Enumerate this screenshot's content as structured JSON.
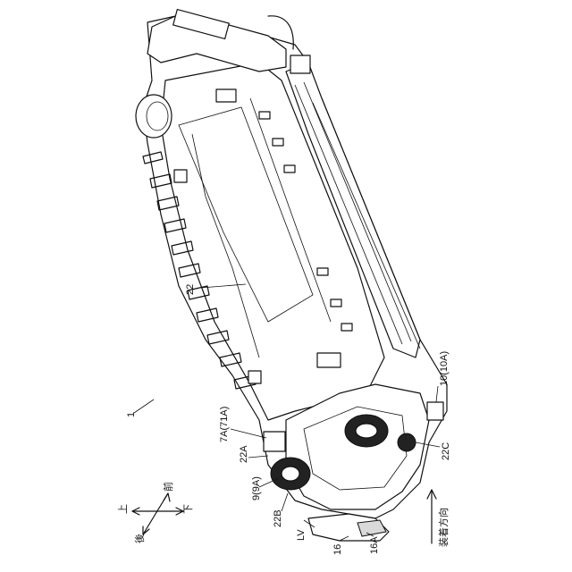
{
  "figure": {
    "labels": {
      "l22": "22",
      "l1": "1",
      "l10": "10(10A)",
      "l7a": "7A(71A)",
      "l22a": "22A",
      "l9": "9(9A)",
      "l22b": "22B",
      "llv": "LV",
      "l16": "16",
      "l16a": "16A",
      "l22c": "22C",
      "install_dir": "装着方向"
    },
    "axes": {
      "up": "上",
      "down": "下",
      "front": "前",
      "rear": "後"
    }
  }
}
